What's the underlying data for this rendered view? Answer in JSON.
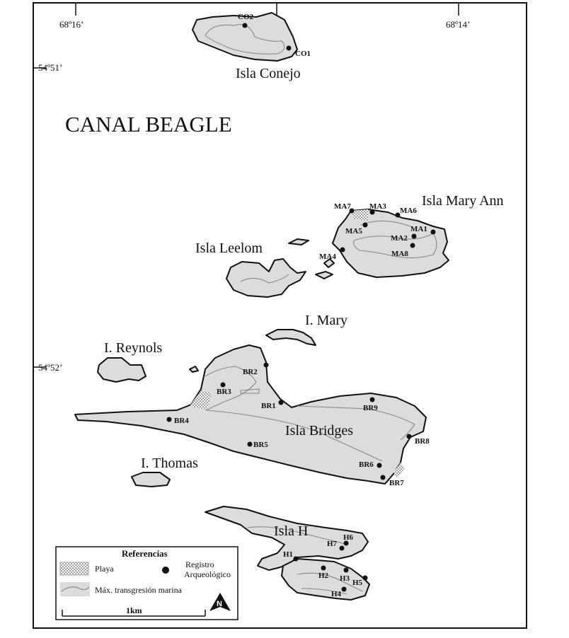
{
  "coordinates": {
    "top_left": "68º16’",
    "top_right": "68º14’",
    "left_upper": "54º51’",
    "left_lower": "54º52’"
  },
  "water_label": "CANAL BEAGLE",
  "islands": {
    "conejo": "Isla Conejo",
    "mary_ann": "Isla Mary Ann",
    "leelom": "Isla Leelom",
    "mary": "I. Mary",
    "reynols": "I. Reynols",
    "bridges": "Isla Bridges",
    "thomas": "I. Thomas",
    "h": "Isla H"
  },
  "sites": {
    "CO1": "CO1",
    "CO2": "CO2",
    "MA1": "MA1",
    "MA2": "MA2",
    "MA3": "MA3",
    "MA4": "MA4",
    "MA5": "MA5",
    "MA6": "MA6",
    "MA7": "MA7",
    "MA8": "MA8",
    "BR1": "BR1",
    "BR2": "BR2",
    "BR3": "BR3",
    "BR4": "BR4",
    "BR5": "BR5",
    "BR6": "BR6",
    "BR7": "BR7",
    "BR8": "BR8",
    "BR9": "BR9",
    "H1": "H1",
    "H2": "H2",
    "H3": "H3",
    "H4": "H4",
    "H5": "H5",
    "H6": "H6",
    "H7": "H7"
  },
  "legend": {
    "title": "Referencias",
    "beach": "Playa",
    "site_line1": "Registro",
    "site_line2": "Arqueológico",
    "transgression": "Máx. transgresión marina",
    "north": "N"
  },
  "scale": {
    "label": "1km"
  },
  "colors": {
    "land": "#dcdcdc",
    "outline": "#111111",
    "transgression_line": "#888888"
  }
}
